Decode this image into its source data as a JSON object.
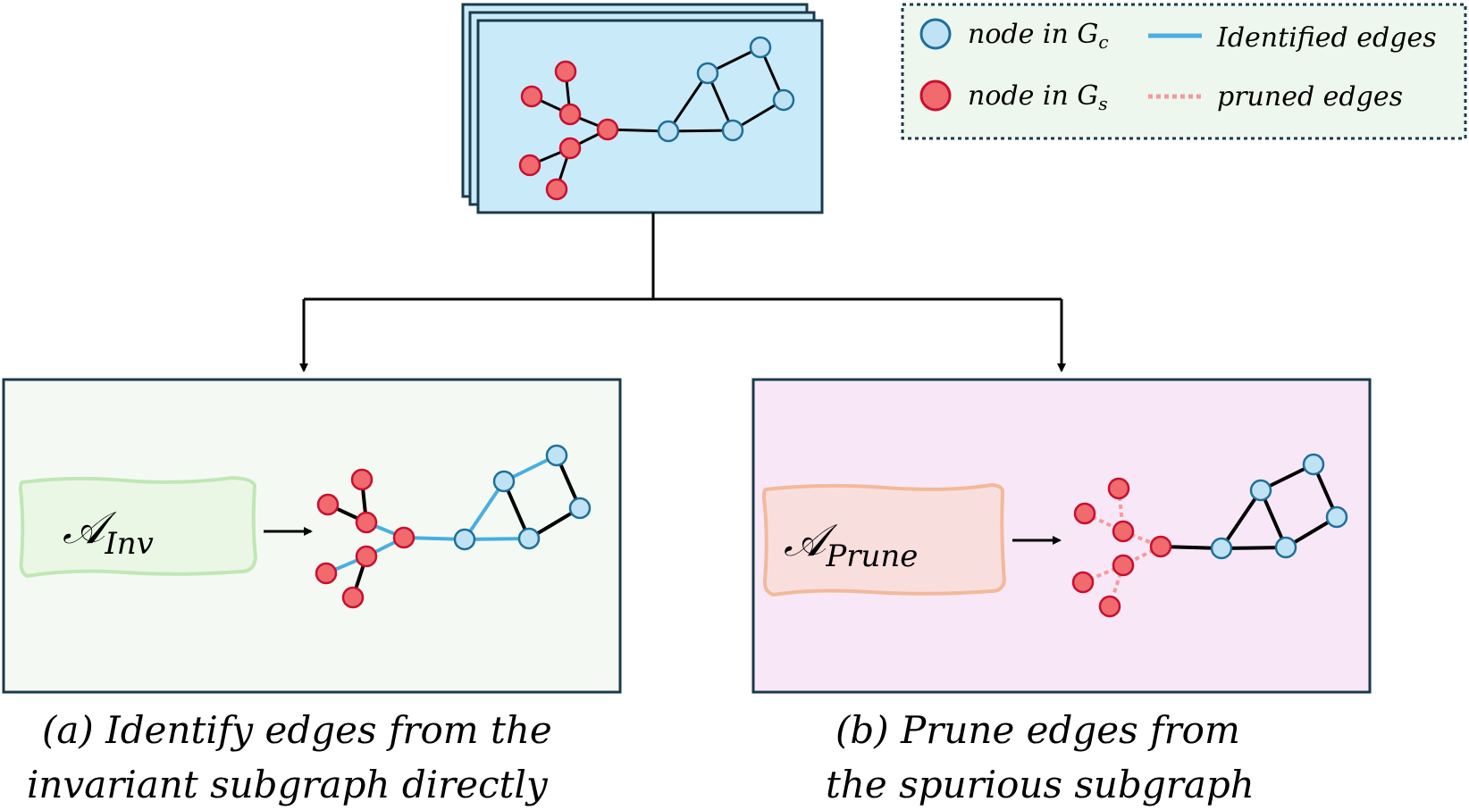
{
  "legend": {
    "blue_node_label": "node in",
    "blue_node_sym": "G",
    "blue_node_sub": "c",
    "red_node_label": "node in",
    "red_node_sym": "G",
    "red_node_sub": "s",
    "identified_label": "Identified edges",
    "pruned_label": "pruned edges"
  },
  "panel_a": {
    "algo_sym": "𝒜",
    "algo_sub": "Inv",
    "caption_line1": "(a) Identify edges from the",
    "caption_line2": "invariant subgraph  directly"
  },
  "panel_b": {
    "algo_sym": "𝒜",
    "algo_sub": "Prune",
    "caption_line1": "(b) Prune edges from",
    "caption_line2": "the spurious subgraph"
  },
  "colors": {
    "blue_node": "#bfe3f5",
    "blue_stroke": "#1f6f9a",
    "red_node": "#f06a6e",
    "red_stroke": "#c8102e",
    "identified_edge": "#4aaee0",
    "pruned_edge": "#f59a9a",
    "top_box": "#c9ebf9",
    "panel_a_bg": "#f4faf3",
    "panel_b_bg": "#f8e8f7",
    "algo_a_fill": "#eaf7e5",
    "algo_a_border": "#bfe8b4",
    "algo_b_fill": "#f9dede",
    "algo_b_border": "#f2b99a",
    "legend_bg": "#eef7ee",
    "dark": "#1b3a4b"
  }
}
